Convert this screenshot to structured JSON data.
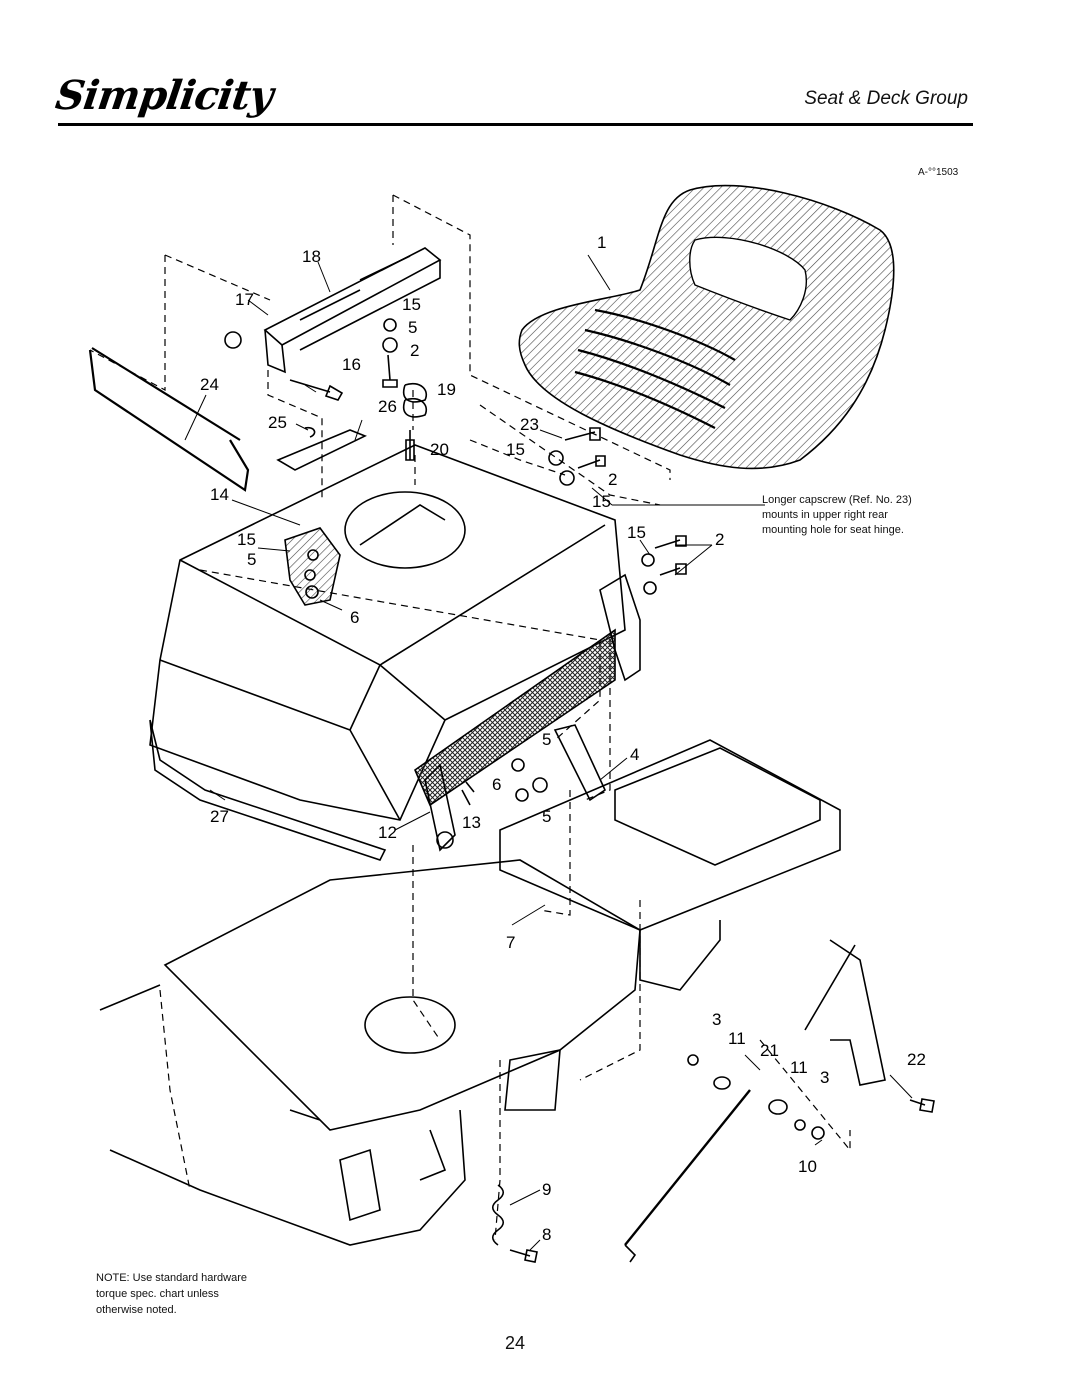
{
  "header": {
    "brand": "Simplicity",
    "section_title": "Seat & Deck Group"
  },
  "figure_id": "A-°°1503",
  "callout_note": [
    "Longer capscrew (Ref. No. 23)",
    "mounts in upper right rear",
    "mounting hole for seat hinge."
  ],
  "note": [
    "NOTE: Use standard hardware",
    "torque spec. chart unless",
    "otherwise noted."
  ],
  "page_number": "24",
  "callouts": {
    "c1": "1",
    "c18": "18",
    "c17": "17",
    "c15a": "15",
    "c5a": "5",
    "c2a": "2",
    "c16": "16",
    "c19": "19",
    "c24": "24",
    "c26": "26",
    "c25": "25",
    "c20": "20",
    "c23": "23",
    "c15b": "15",
    "c2b": "2",
    "c15c": "15",
    "c14": "14",
    "c15d": "15",
    "c5b": "5",
    "c6a": "6",
    "c15e": "15",
    "c2c": "2",
    "c5c": "5",
    "c4": "4",
    "c6b": "6",
    "c5d": "5",
    "c27": "27",
    "c12": "12",
    "c13": "13",
    "c7": "7",
    "c3a": "3",
    "c11a": "11",
    "c21": "21",
    "c11b": "11",
    "c22": "22",
    "c3b": "3",
    "c10": "10",
    "c9": "9",
    "c8": "8"
  }
}
